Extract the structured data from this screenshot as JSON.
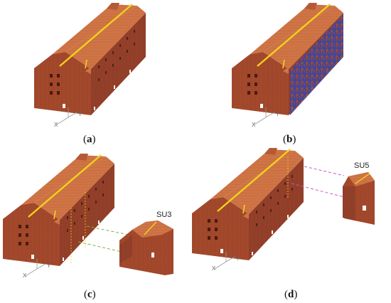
{
  "colors": {
    "wall": "#a4492c",
    "wall_dark": "#8a3a22",
    "roof": "#cf7445",
    "ridge": "#f2d21b",
    "window": "#ffffff",
    "blue_mesh": "#3847a8",
    "green_dash": "#7fb33a",
    "magenta_dash": "#cc55cc",
    "axis": "#999999"
  },
  "panels": [
    {
      "id": "a",
      "caption_open": "(",
      "caption_letter": "a",
      "caption_close": ")",
      "axis_x": "X",
      "axis_y": "Y"
    },
    {
      "id": "b",
      "caption_open": "(",
      "caption_letter": "b",
      "caption_close": ")",
      "axis_x": "X",
      "axis_y": "Y"
    },
    {
      "id": "c",
      "caption_open": "(",
      "caption_letter": "c",
      "caption_close": ")",
      "axis_x": "X",
      "axis_y": "Y",
      "subunit_label": "SU3"
    },
    {
      "id": "d",
      "caption_open": "(",
      "caption_letter": "d",
      "caption_close": ")",
      "axis_x": "X",
      "axis_y": "Y",
      "subunit_label": "SU5"
    }
  ]
}
